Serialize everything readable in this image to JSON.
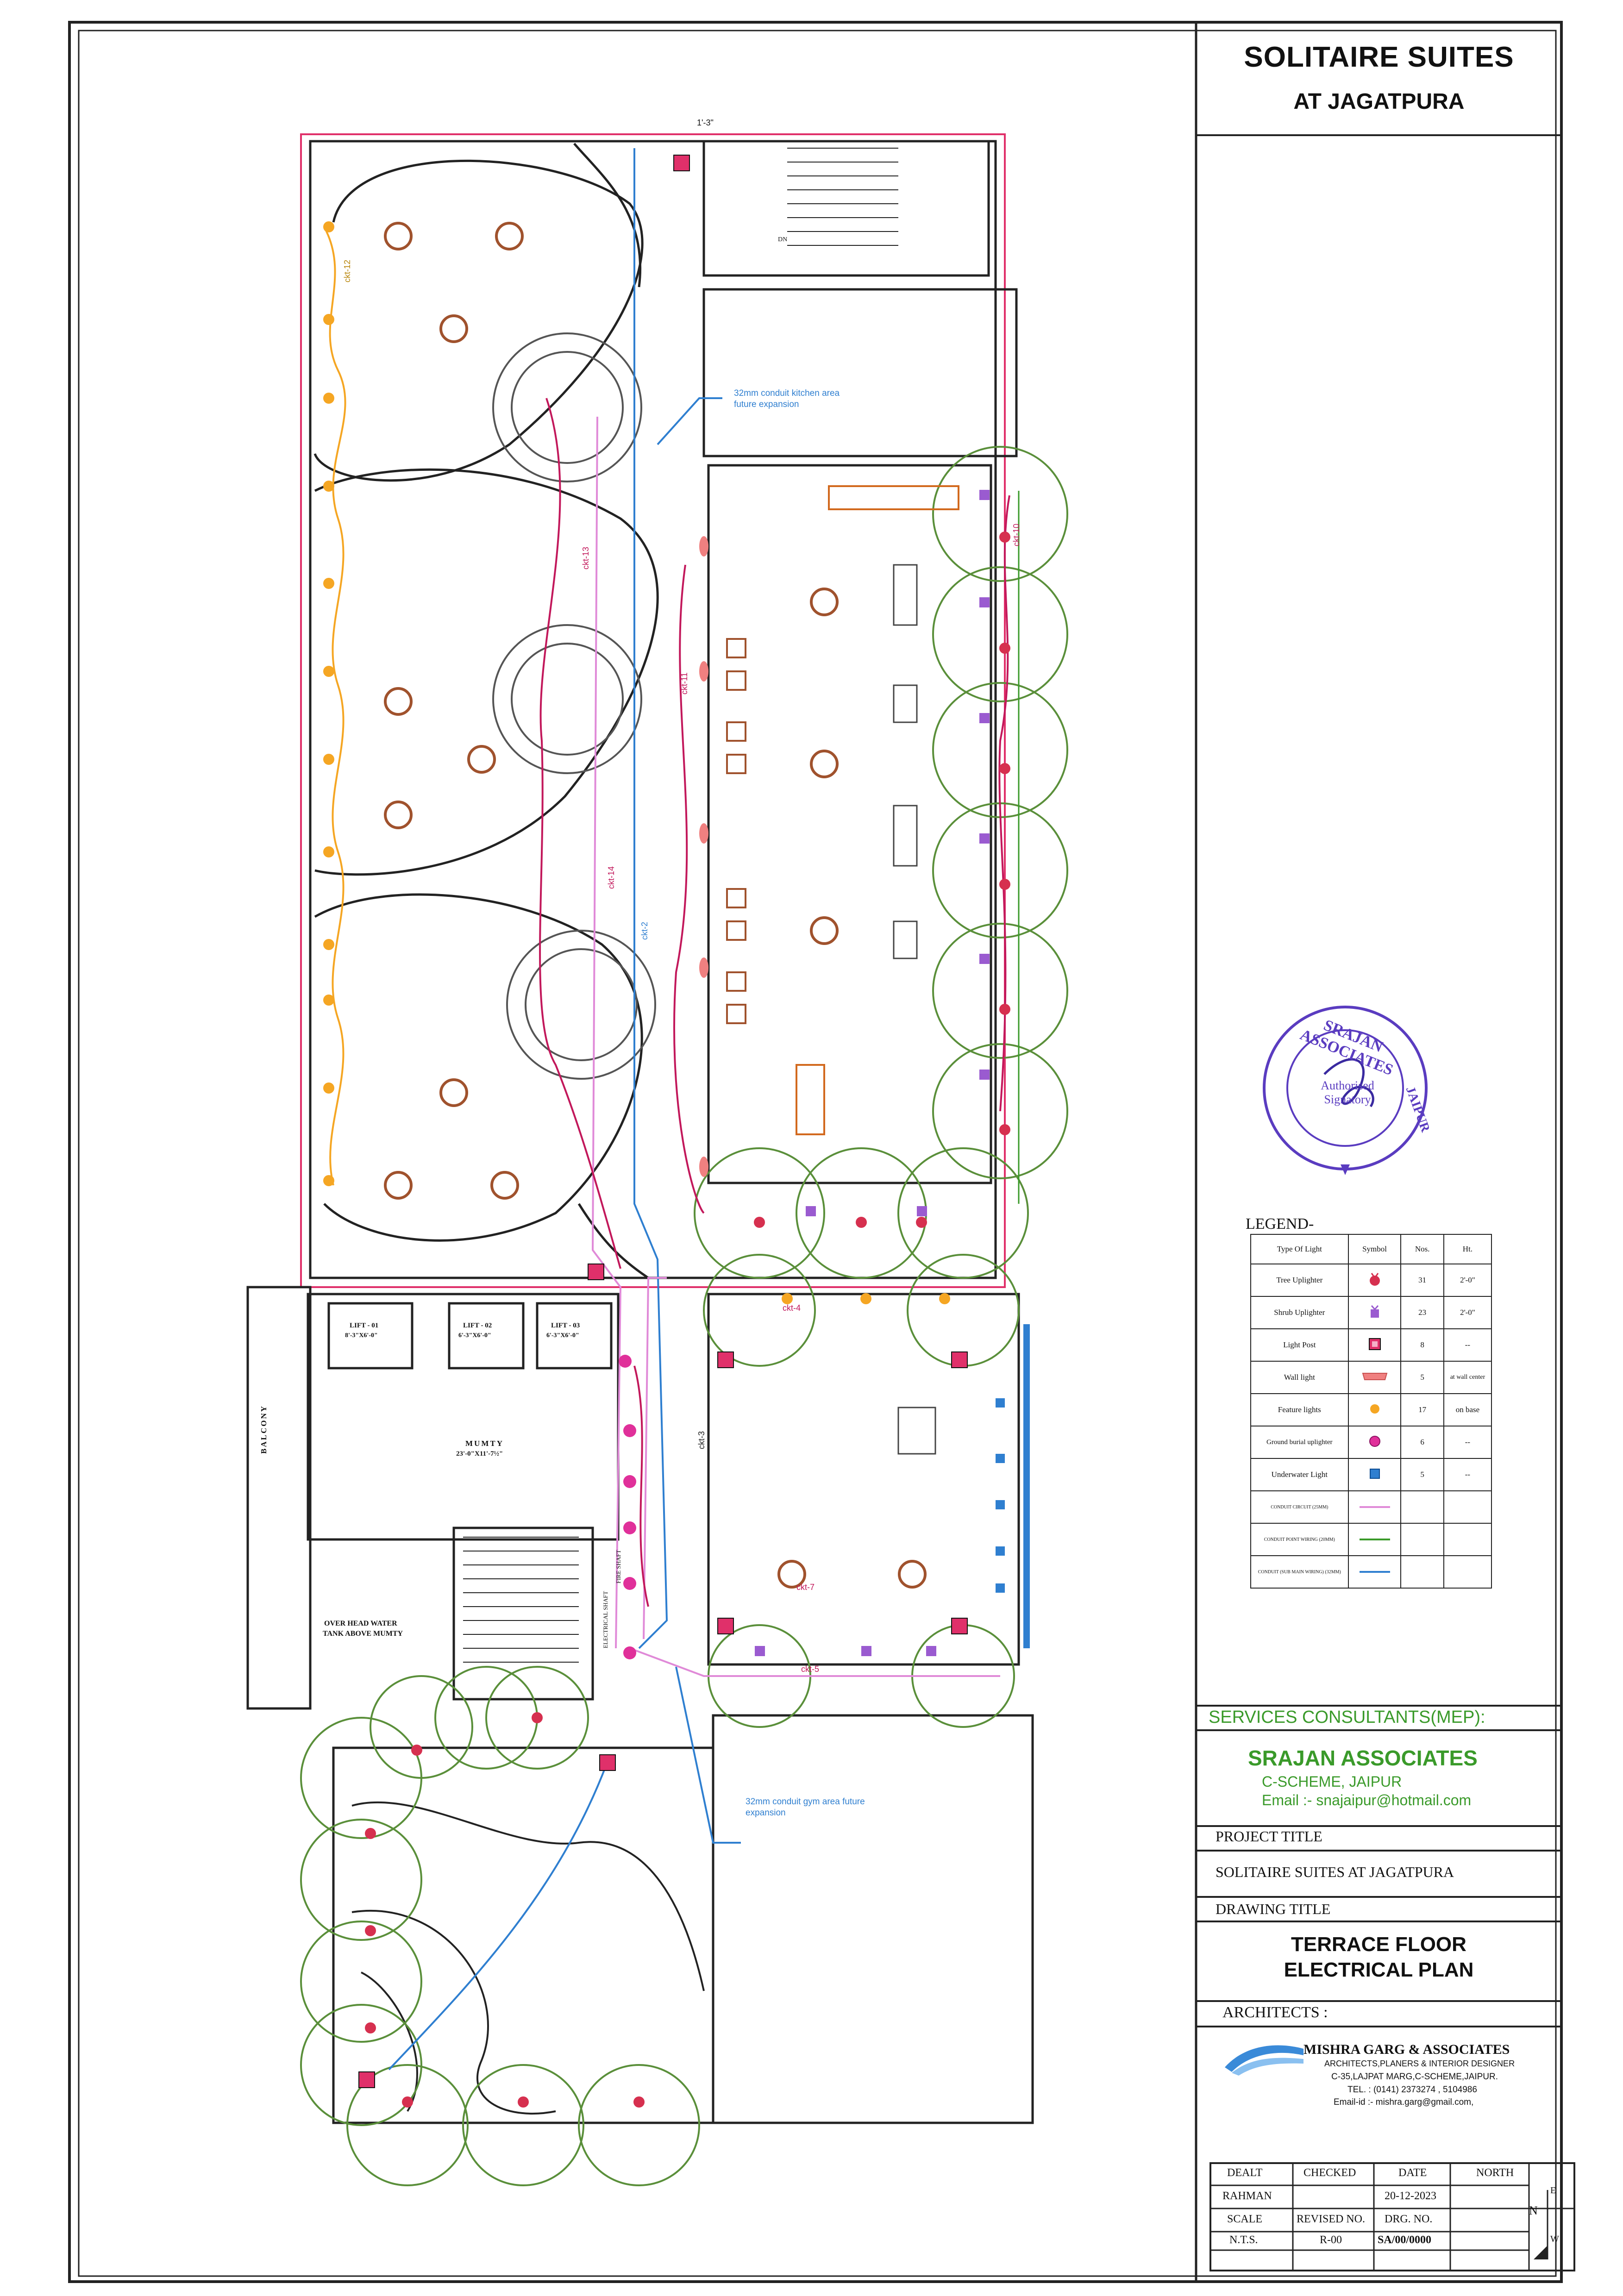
{
  "project": {
    "name_line1": "SOLITAIRE SUITES",
    "name_line2": "AT JAGATPURA"
  },
  "plan": {
    "labels": {
      "kitchen_note": "32mm conduit kitchen area future expansion",
      "gym_note": "32mm conduit gym area future expansion",
      "lift1": "LIFT - 01",
      "lift1_size": "8'-3\"X6'-0\"",
      "lift2": "LIFT - 02",
      "lift2_size": "6'-3\"X6'-0\"",
      "lift3": "LIFT - 03",
      "lift3_size": "6'-3\"X6'-0\"",
      "mumty": "MUMTY",
      "mumty_size": "23'-0\"X11'-7½\"",
      "balcony": "BALCONY",
      "tank_line1": "OVER HEAD WATER",
      "tank_line2": "TANK ABOVE MUMTY",
      "electrical_shaft": "ELECTRICAL SHAFT",
      "fire_shaft": "FIRE SHAFT",
      "dn": "DN",
      "dim_top": "1'-3\"",
      "ckt12": "ckt-12",
      "ckt13": "ckt-13",
      "ckt14": "ckt-14",
      "ckt2": "ckt-2",
      "ckt3": "ckt-3",
      "ckt4": "ckt-4",
      "ckt5": "ckt-5",
      "ckt7": "ckt-7",
      "ckt10": "ckt-10",
      "ckt11": "ckt-11"
    }
  },
  "legend": {
    "title": "LEGEND-",
    "headers": [
      "Type Of Light",
      "Symbol",
      "Nos.",
      "Ht."
    ],
    "rows": [
      {
        "type": "Tree Uplighter",
        "nos": "31",
        "ht": "2'-0\"",
        "color": "#d6304f",
        "icon": "tree-uplighter-icon"
      },
      {
        "type": "Shrub Uplighter",
        "nos": "23",
        "ht": "2'-0\"",
        "color": "#9a5bd0",
        "icon": "shrub-uplighter-icon"
      },
      {
        "type": "Light Post",
        "nos": "8",
        "ht": "--",
        "color": "#e0306a",
        "icon": "light-post-icon"
      },
      {
        "type": "Wall light",
        "nos": "5",
        "ht": "at wall center",
        "color": "#f08080",
        "icon": "wall-light-icon"
      },
      {
        "type": "Feature lights",
        "nos": "17",
        "ht": "on base",
        "color": "#f5a623",
        "icon": "feature-light-icon"
      },
      {
        "type": "Ground burial uplighter",
        "nos": "6",
        "ht": "--",
        "color": "#e0309a",
        "icon": "ground-burial-icon"
      },
      {
        "type": "Underwater Light",
        "nos": "5",
        "ht": "--",
        "color": "#2f7fd0",
        "icon": "underwater-light-icon"
      },
      {
        "type": "CONDUIT CIRCUIT (25MM)",
        "nos": "",
        "ht": "",
        "color": "#e08ad8",
        "icon": "conduit-circuit-line"
      },
      {
        "type": "CONDUIT POINT WIRING (20MM)",
        "nos": "",
        "ht": "",
        "color": "#3a9a2a",
        "icon": "conduit-point-line"
      },
      {
        "type": "CONDUIT (SUB MAIN WIRING) (32MM)",
        "nos": "",
        "ht": "",
        "color": "#2f7fd0",
        "icon": "conduit-submain-line"
      }
    ]
  },
  "stamp": {
    "top_text": "SRAJAN ASSOCIATES",
    "bottom_text": "JAIPUR",
    "center_text": "Authorised Signatory"
  },
  "services": {
    "heading": "SERVICES CONSULTANTS(MEP):",
    "firm": "SRAJAN ASSOCIATES",
    "address": "C-SCHEME, JAIPUR",
    "email": "Email :- snajaipur@hotmail.com"
  },
  "project_title": {
    "label": "PROJECT TITLE",
    "value": "SOLITAIRE SUITES AT JAGATPURA"
  },
  "drawing_title": {
    "label": "DRAWING TITLE",
    "line1": "TERRACE FLOOR",
    "line2": "ELECTRICAL PLAN"
  },
  "architects": {
    "label": "ARCHITECTS :",
    "firm": "MISHRA GARG & ASSOCIATES",
    "tagline": "ARCHITECTS,PLANERS & INTERIOR DESIGNER",
    "address": "C-35,LAJPAT MARG,C-SCHEME,JAIPUR.",
    "tel": "TEL. : (0141) 2373274 , 5104986",
    "email": "Email-id :- mishra.garg@gmail.com,"
  },
  "titleblock": {
    "dealt_label": "DEALT",
    "dealt": "RAHMAN",
    "checked_label": "CHECKED",
    "checked": "",
    "date_label": "DATE",
    "date": "20-12-2023",
    "north_label": "NORTH",
    "scale_label": "SCALE",
    "scale": "N.T.S.",
    "revised_label": "REVISED NO.",
    "revised": "R-00",
    "drg_label": "DRG. NO.",
    "drg": "SA/00/0000",
    "compass_n": "N",
    "compass_e": "E",
    "compass_w": "W"
  }
}
